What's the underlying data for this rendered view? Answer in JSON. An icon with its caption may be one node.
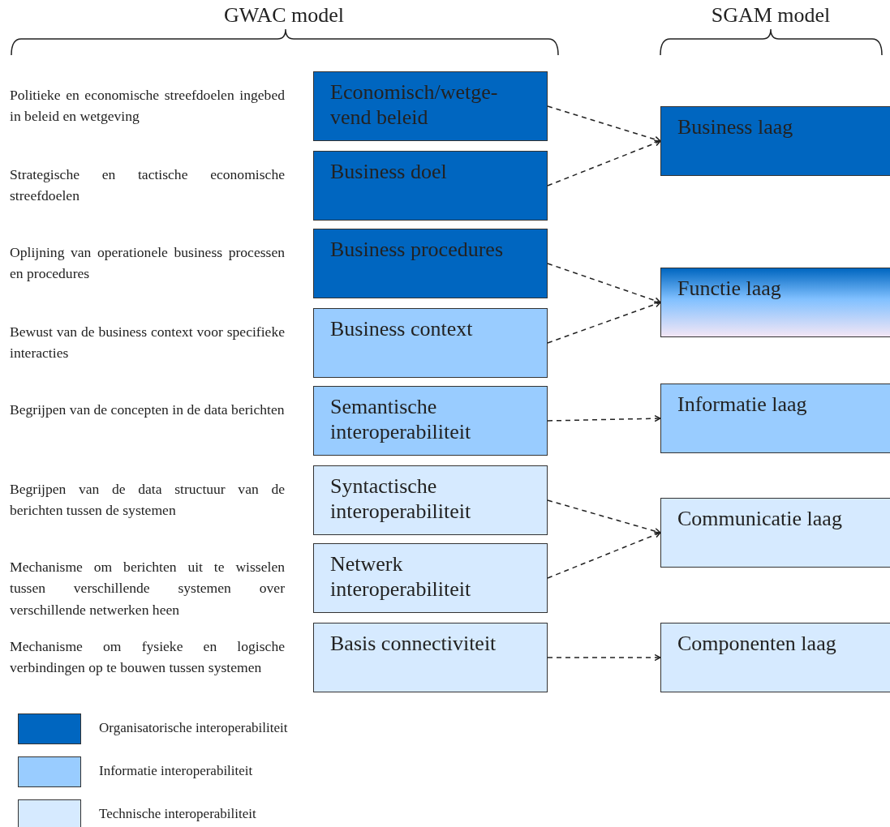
{
  "diagram": {
    "nodes": [
      {
        "text": [
          "Economisch/wetge-vend beleid"
        ],
        "beside": [
          "Politieke en economische streefdoelen ingebed in beleid en wetgeving"
        ]
      },
      {
        "text": [
          "Business doel"
        ],
        "beside": [
          "Strategische en tactische economische streefdoelen"
        ]
      },
      {
        "text": [
          "Business procedures"
        ],
        "beside": [
          "Oplijning van operationele business processen en procedures"
        ]
      },
      {
        "text": [
          "Business context"
        ],
        "beside": [
          "Bewust van de business context voor specifieke interacties"
        ]
      },
      {
        "text": [
          "Semantische interoperabiliteit"
        ],
        "beside": [
          "Begrijpen van de concepten in  de data berichten"
        ]
      },
      {
        "text": [
          "Syntactische interoperabiliteit"
        ],
        "beside": [
          "Begrijpen van de data structuur van de berichten tussen de systemen"
        ]
      },
      {
        "text": [
          "Netwerk interoperabiliteit"
        ],
        "beside": [
          "Mechanisme om berichten uit te wisselen tussen verschillende systemen over verschillende netwerken heen"
        ]
      },
      {
        "text": [
          "Basis connectiviteit"
        ],
        "beside": [
          "Mechanisme om fysieke en logische verbindingen op te bouwen tussen systemen"
        ]
      },
      {
        "text": [
          "Business laag"
        ]
      },
      {
        "text": [
          "Functie laag"
        ]
      },
      {
        "text": [
          "Informatie laag"
        ]
      },
      {
        "text": [
          "Communicatie laag"
        ]
      },
      {
        "text": [
          "Componenten laag"
        ]
      }
    ],
    "edges": [
      {
        "from": 0,
        "to": 8,
        "arrow": "to",
        "style": "dashed"
      },
      {
        "from": 1,
        "to": 8,
        "arrow": "to",
        "style": "dashed"
      },
      {
        "from": 2,
        "to": 9,
        "arrow": "to",
        "style": "dashed"
      },
      {
        "from": 3,
        "to": 9,
        "arrow": "to",
        "style": "dashed"
      },
      {
        "from": 4,
        "to": 10,
        "arrow": "to",
        "style": "dashed"
      },
      {
        "from": 5,
        "to": 11,
        "arrow": "to",
        "style": "dashed"
      },
      {
        "from": 6,
        "to": 11,
        "arrow": "to",
        "style": "dashed"
      },
      {
        "from": 7,
        "to": 12,
        "arrow": "to",
        "style": "dashed"
      }
    ],
    "labels": [
      "GWAC model",
      "SGAM model"
    ],
    "legend": [
      {
        "text": "Organisatorische interoperabiliteit",
        "color": "#0066c0"
      },
      {
        "text": "Informatie interoperabiliteit",
        "color": "#99ccff"
      },
      {
        "text": "Technische interoperabiliteit",
        "color": "#d6eaff"
      }
    ]
  }
}
